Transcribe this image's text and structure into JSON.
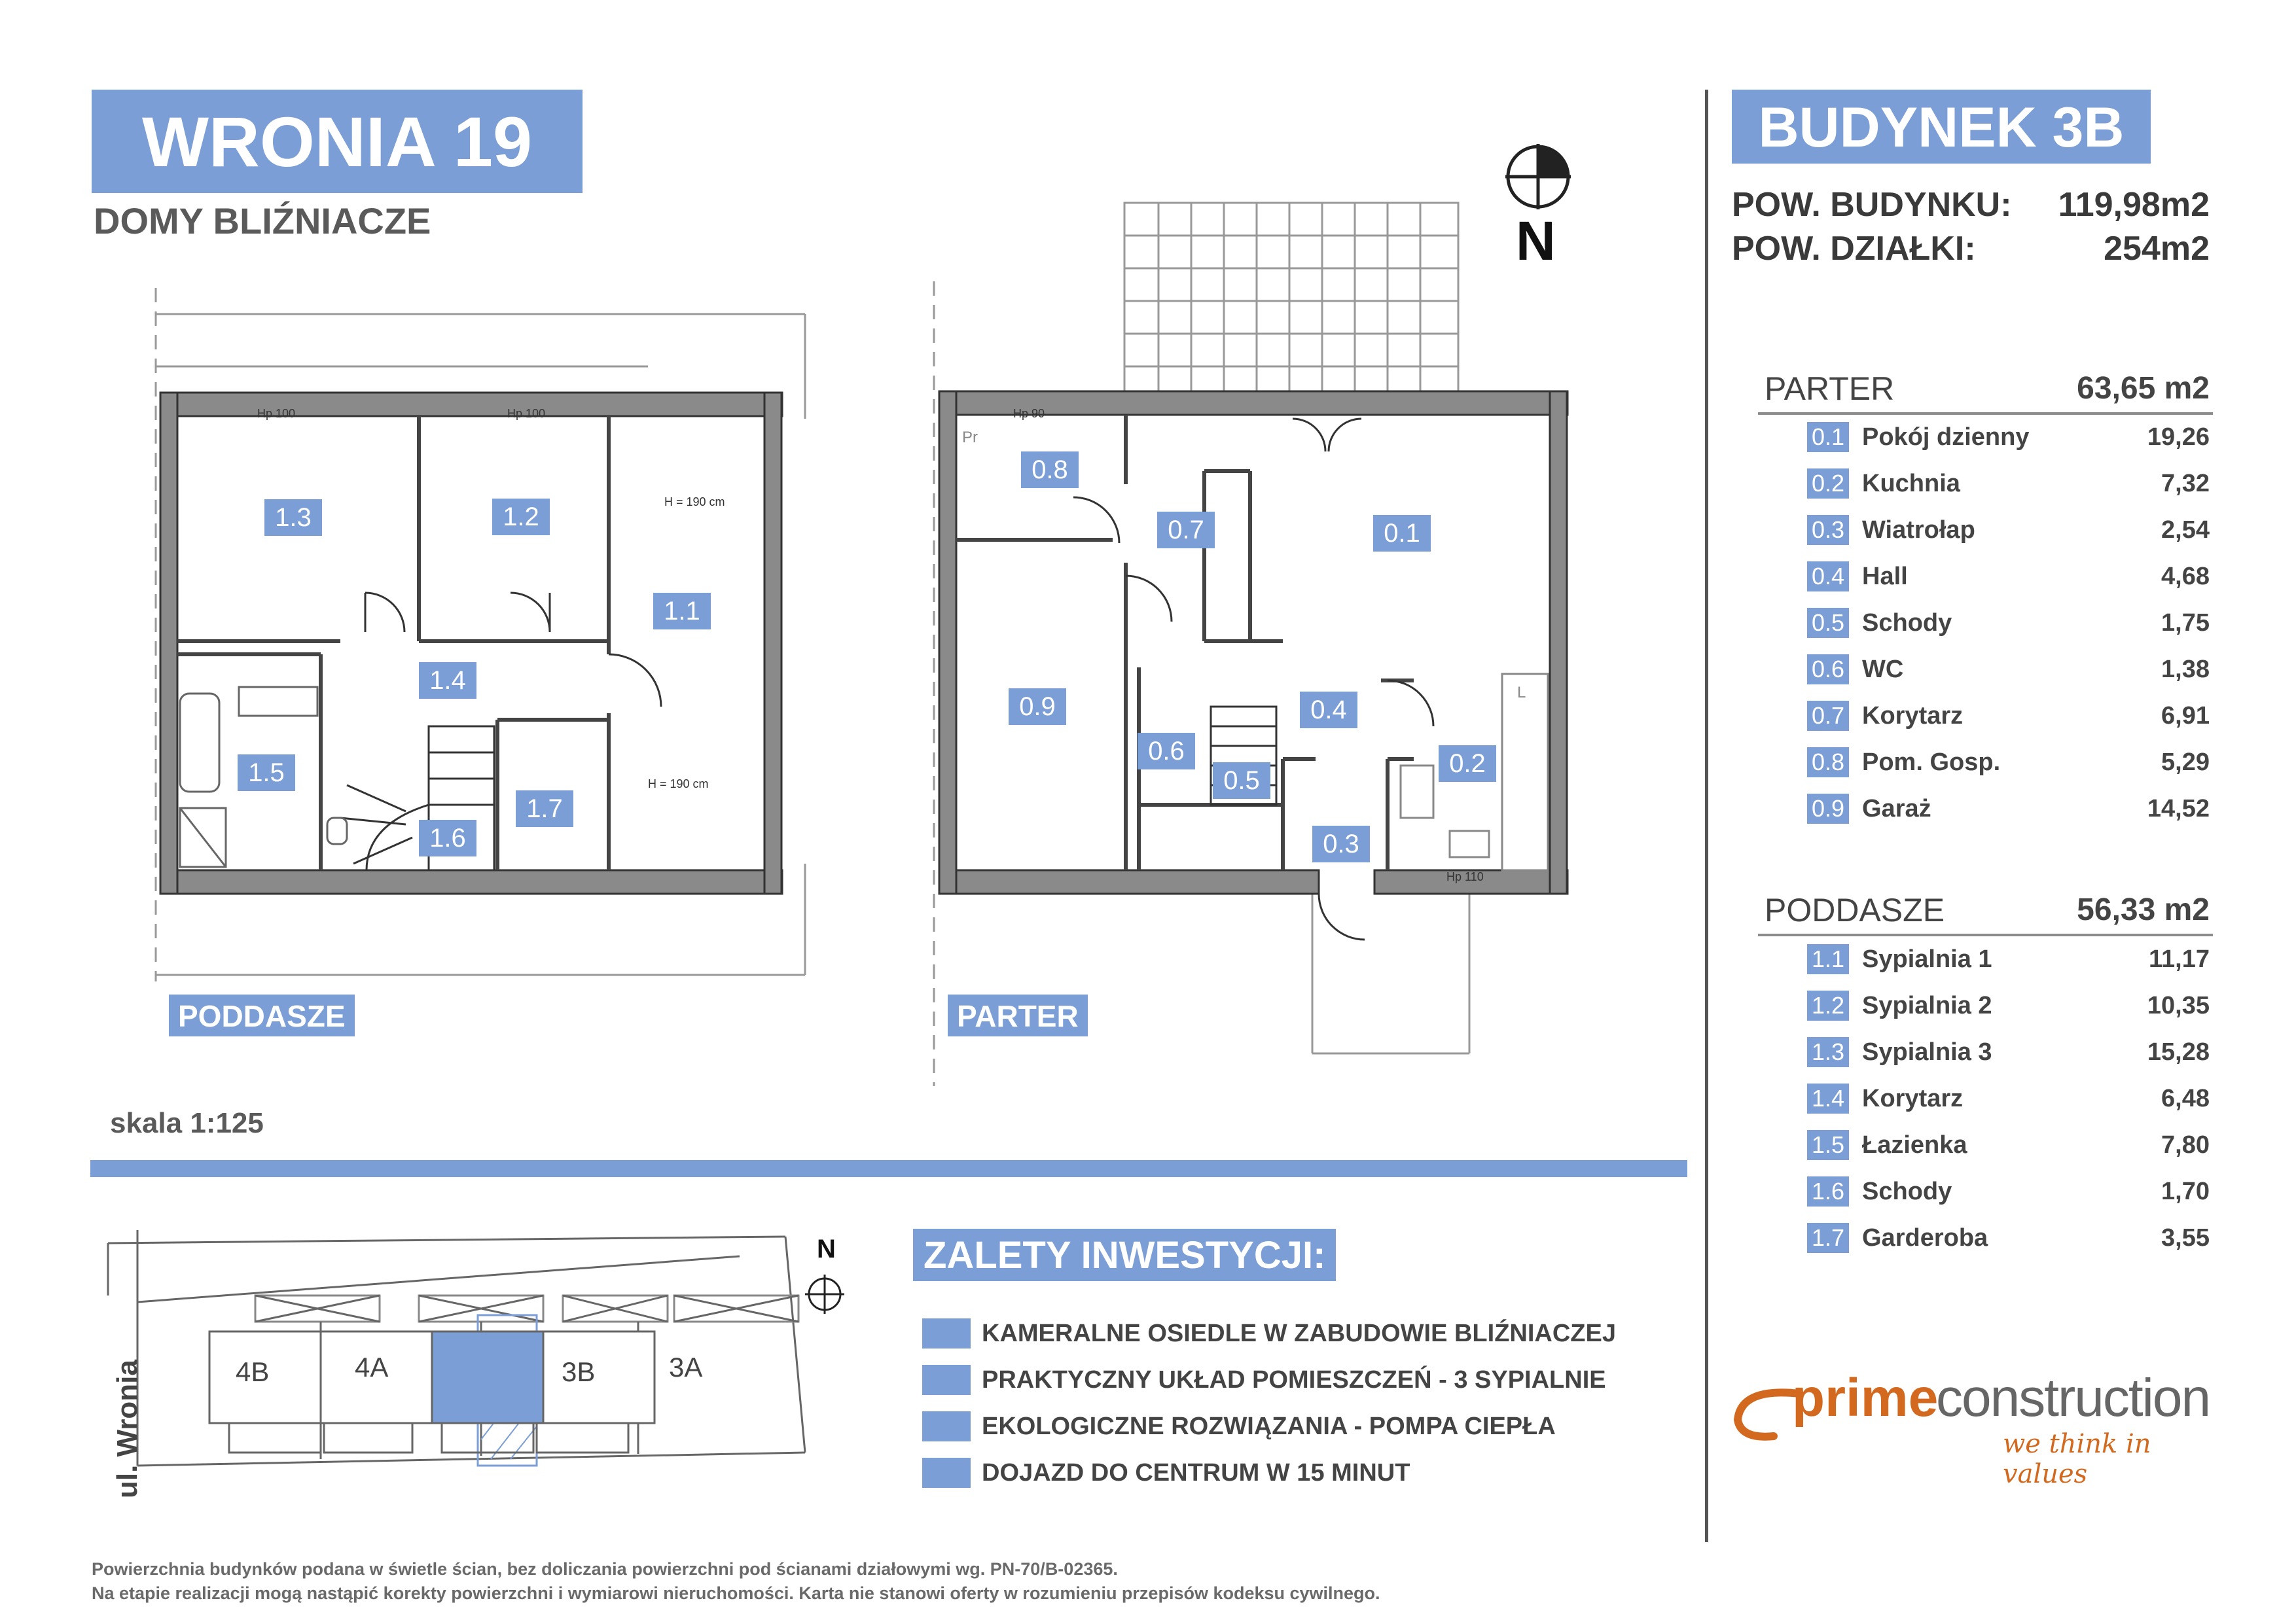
{
  "header": {
    "project": "WRONIA 19",
    "subtitle": "DOMY BLIŹNIACZE",
    "building": "BUDYNEK 3B",
    "building_area_label": "POW. BUDYNKU:",
    "building_area_value": "119,98m2",
    "plot_area_label": "POW. DZIAŁKI:",
    "plot_area_value": "254m2",
    "north": "N"
  },
  "parter": {
    "title": "PARTER",
    "total": "63,65 m2",
    "rooms": [
      {
        "num": "0.1",
        "name": "Pokój dzienny",
        "area": "19,26"
      },
      {
        "num": "0.2",
        "name": "Kuchnia",
        "area": "7,32"
      },
      {
        "num": "0.3",
        "name": "Wiatrołap",
        "area": "2,54"
      },
      {
        "num": "0.4",
        "name": "Hall",
        "area": "4,68"
      },
      {
        "num": "0.5",
        "name": "Schody",
        "area": "1,75"
      },
      {
        "num": "0.6",
        "name": "WC",
        "area": "1,38"
      },
      {
        "num": "0.7",
        "name": "Korytarz",
        "area": "6,91"
      },
      {
        "num": "0.8",
        "name": "Pom. Gosp.",
        "area": "5,29"
      },
      {
        "num": "0.9",
        "name": "Garaż",
        "area": "14,52"
      }
    ]
  },
  "poddasze": {
    "title": "PODDASZE",
    "total": "56,33 m2",
    "rooms": [
      {
        "num": "1.1",
        "name": "Sypialnia 1",
        "area": "11,17"
      },
      {
        "num": "1.2",
        "name": "Sypialnia 2",
        "area": "10,35"
      },
      {
        "num": "1.3",
        "name": "Sypialnia 3",
        "area": "15,28"
      },
      {
        "num": "1.4",
        "name": "Korytarz",
        "area": "6,48"
      },
      {
        "num": "1.5",
        "name": "Łazienka",
        "area": "7,80"
      },
      {
        "num": "1.6",
        "name": "Schody",
        "area": "1,70"
      },
      {
        "num": "1.7",
        "name": "Garderoba",
        "area": "3,55"
      }
    ]
  },
  "plans": {
    "poddasze_tag": "PODDASZE",
    "parter_tag": "PARTER",
    "scale": "skala 1:125",
    "height_note": "H = 190 cm",
    "window_hp100": "Hp 100",
    "window_hp90": "Hp 90",
    "window_hp110": "Hp 110",
    "pr": "Pr",
    "l": "L"
  },
  "site_plan": {
    "street": "ul. Wronia",
    "north": "N",
    "buildings": [
      "4B",
      "4A",
      "3B",
      "3A"
    ]
  },
  "advantages": {
    "title": "ZALETY INWESTYCJI:",
    "items": [
      "KAMERALNE OSIEDLE W ZABUDOWIE BLIŹNIACZEJ",
      "PRAKTYCZNY UKŁAD POMIESZCZEŃ - 3 SYPIALNIE",
      "EKOLOGICZNE ROZWIĄZANIA - POMPA CIEPŁA",
      "DOJAZD DO CENTRUM W 15 MINUT"
    ]
  },
  "brand": {
    "prime": "prime",
    "construction": "construction",
    "tagline": "we think in values"
  },
  "footer": {
    "line1": "Powierzchnia budynków podana w świetle ścian, bez doliczania powierzchni pod ścianami działowymi wg. PN-70/B-02365.",
    "line2": "Na etapie realizacji mogą nastąpić korekty powierzchni i wymiarowi nieruchomości. Karta nie stanowi oferty w rozumieniu przepisów kodeksu cywilnego."
  },
  "colors": {
    "accent": "#7b9ed6",
    "wall": "#8a8a8a",
    "brand_orange": "#d2691e"
  }
}
